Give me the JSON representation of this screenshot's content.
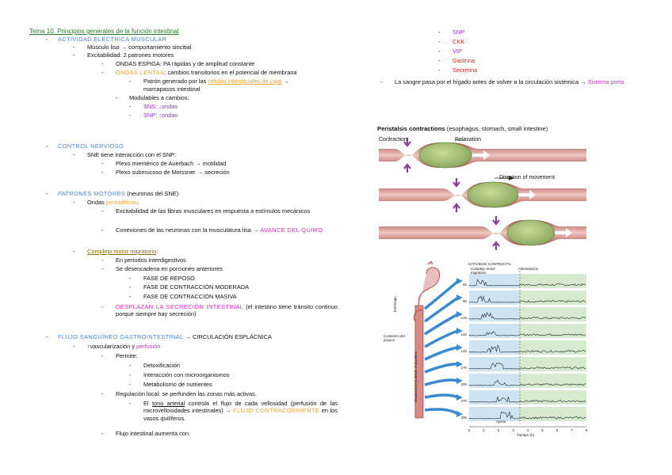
{
  "title": "Tema 10. Principios generales de la función intestinal",
  "s1": {
    "head": "ACTIVIDAD ELÉCTRICA MUSCULAR",
    "l1": "Músculo liso → comportamiento sincitial",
    "l2": "Excitabilidad: 2 patrones motores",
    "l3": "ONDAS ESPIGA: PA rápidas y de amplitud constante",
    "l4a": "ONDAS LENTAS",
    "l4b": ": cambios transitorios en el potencial de membrana",
    "l5a": "Patrón generado por las ",
    "l5b": "células intersticiales de cajal",
    "l5c": " →",
    "l5d": "marcapasos intestinal",
    "l6": "Modulables a cambios:",
    "l7": "SNS: ↓ondas",
    "l8": "SNP: ↑ondas"
  },
  "s2": {
    "head": "CONTROL NERVIOSO",
    "l1": "SNE tiene interacción con el SNP:",
    "l2": "Plexo mientérico de Auerbach → motilidad",
    "l3": "Plexo submucoso de Meissner → secreción"
  },
  "s3": {
    "head": "PATRONES MOTORES",
    "head2": " (neuronas del SNE)",
    "l1a": "Ondas ",
    "l1b": "peristálticas",
    "l1c": ":",
    "l2": "Excitabilidad de las fibras musculares en respuesta a estímulos mecánicos",
    "l3a": "Conexiones de las neuronas con la musculatura lisa → ",
    "l3b": "AVANCE DEL QUIMO",
    "l4": "Complejo motor migratorio",
    "l4b": ":",
    "l5": "En periodos interdigestivos",
    "l6": "Se desencadena en porciones anteriores",
    "l7": "FASE DE REPOSO",
    "l8": "FASE DE CONTRACCIÓN MODERADA",
    "l9": "FASE DE CONTRACCIÓN MASIVA",
    "l10a": "DESPLAZAN LA SECRECIÓN INTESTINAL",
    "l10b": " (el intestino tiene tránsito continuo porque siempre hay secreción)"
  },
  "s4": {
    "head": "FLUJO SANGUÍNEO GASTROINTESTINAL",
    "head2": " → CIRCULACIÓN ESPLÁCNICA",
    "l1a": "↑vascularización y ",
    "l1b": "perfusión",
    "l2": "Permite:",
    "l3": "Detoxificación",
    "l4": "Interacción con microorganismos",
    "l5": "Metabolismo de nutrientes",
    "l6": "Regulación local: se perfunden las zonas más activas.",
    "l7a": "El ",
    "l7b": "tono arterial",
    "l7c": " controla el flujo de cada vellosidad (perfusión de las microvellosidades intestinales) → ",
    "l7d": "FLUJO CONTRACORRIENTE",
    "l7e": " en los vasos quilíferos.",
    "l8": "Flujo intestinal aumenta con:"
  },
  "right": {
    "list": [
      "SNP",
      "CKK",
      "VIP",
      "Gastrina",
      "Secretina"
    ],
    "list_colors": [
      "#9b2fd0",
      "#e21a1a",
      "#9b2fd0",
      "#e21a1a",
      "#e21a1a"
    ],
    "sangre_a": "La sangre pasa por el hígado antes de volver a la circulación sistémica → ",
    "sangre_b": "Sistema porta"
  },
  "fig1": {
    "title_bold": "Peristalsis contractions",
    "title_rest": " (esophagus, stomach, small intestine)",
    "contraction": "Contraction",
    "relaxation": "Relaxation",
    "direction": "Direction of movement"
  },
  "fig2": {
    "header": "ACTIVIDAD CONTRÁCTIL",
    "cmm": "Complejo motor migratorio",
    "alim": "Alimentación",
    "estomago": "Estómago",
    "duodeno": "Comienzo del yeyuno",
    "yaxis": "Distancia (cm) desde el duodeno",
    "ticks_y": [
      "60",
      "80",
      "100",
      "120",
      "140",
      "170",
      "200",
      "270",
      "300"
    ],
    "ticks_x": [
      "0",
      "1",
      "2",
      "3",
      "4",
      "5",
      "6",
      "7",
      "8"
    ],
    "ayuno": "Ayuno",
    "xlabel": "Tiempo (h)"
  }
}
